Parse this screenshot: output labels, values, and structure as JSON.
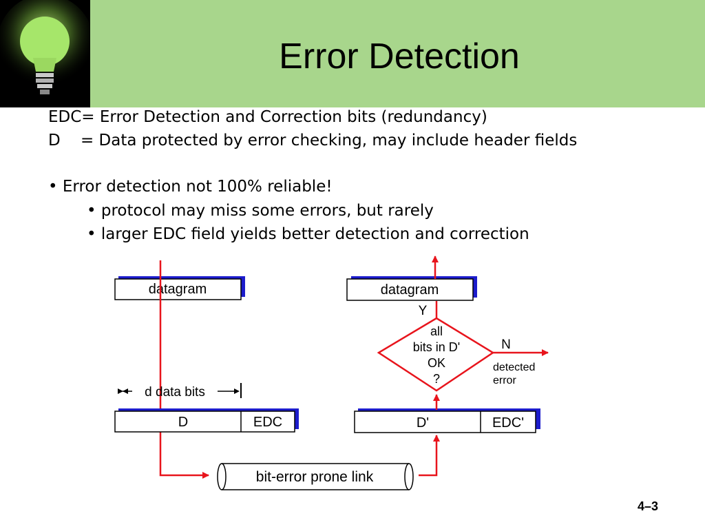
{
  "slide": {
    "title": "Error Detection",
    "page_number": "4–3",
    "definitions": [
      "EDC= Error Detection and Correction bits (redundancy)",
      "D    = Data protected by error checking, may include header fields"
    ],
    "bullets": [
      "• Error detection not 100% reliable!",
      "• protocol may miss some errors, but rarely",
      "• larger EDC field yields better detection and correction"
    ]
  },
  "diagram": {
    "sender": {
      "datagram_label": "datagram",
      "d_bits_label": "d data bits",
      "d_label": "D",
      "edc_label": "EDC"
    },
    "receiver": {
      "datagram_label": "datagram",
      "yes_label": "Y",
      "decision_lines": [
        "all",
        "bits in D'",
        "OK",
        "?"
      ],
      "no_label": "N",
      "detected_error_lines": [
        "detected",
        "error"
      ],
      "d_label": "D'",
      "edc_label": "EDC'"
    },
    "link_label": "bit-error prone link",
    "colors": {
      "arrow": "#e8141c",
      "box_shadow": "#1c1ccc",
      "header": "#a8d68c"
    }
  }
}
